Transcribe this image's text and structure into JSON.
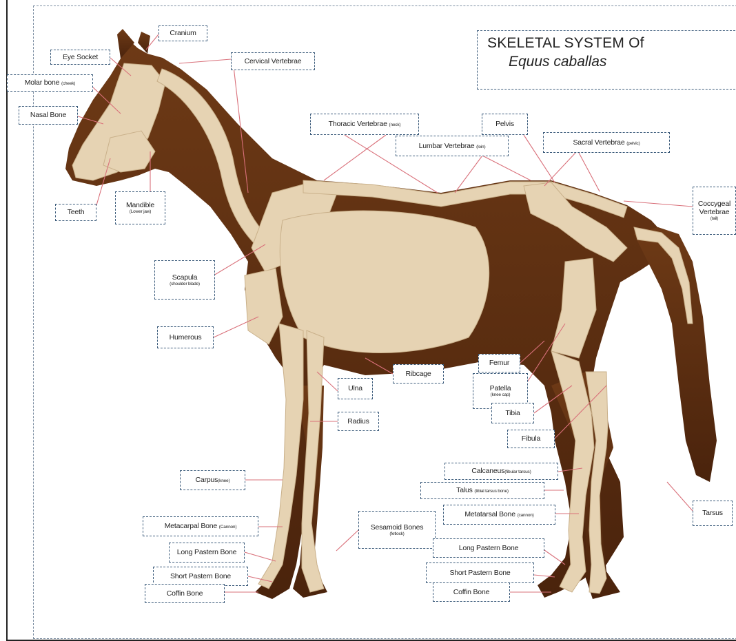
{
  "title": {
    "line1": "SKELETAL SYSTEM Of",
    "line2": "Equus caballas"
  },
  "labels": {
    "cranium": "Cranium",
    "eye_socket": "Eye Socket",
    "cervical": "Cervical Vertebrae",
    "molar": "Molar bone",
    "molar_sub": "(cheek)",
    "nasal": "Nasal Bone",
    "thoracic": "Thoracic Vertebrae",
    "thoracic_sub": "(neck)",
    "pelvis": "Pelvis",
    "lumbar": "Lumbar Vertebrae",
    "lumbar_sub": "(loin)",
    "sacral": "Sacral Vertebrae",
    "sacral_sub": "(pelvic)",
    "coccygeal": "Coccygeal",
    "coccygeal2": "Vertebrae",
    "coccygeal_sub": "(tail)",
    "teeth": "Teeth",
    "mandible": "Mandible",
    "mandible_sub": "(Lower jaw)",
    "scapula": "Scapula",
    "scapula_sub": "(shoulder blade)",
    "humerus": "Humerous",
    "femur": "Femur",
    "patella": "Patella",
    "patella_sub": "(knee cap)",
    "ribcage": "Ribcage",
    "ulna": "Ulna",
    "tibia": "Tibia",
    "radius": "Radius",
    "fibula": "Fibula",
    "calcaneus": "Calcaneus",
    "calcaneus_sub": "(fibular tarsus)",
    "carpus": "Carpus",
    "carpus_sub": "(knee)",
    "talus": "Talus",
    "talus_sub": "(tibial tarsus bone)",
    "sesamoid": "Sesamoid Bones",
    "sesamoid_sub": "(fetlock)",
    "metatarsal": "Metatarsal Bone",
    "metatarsal_sub": "(cannon)",
    "tarsus": "Tarsus",
    "metacarpal": "Metacarpal Bone",
    "metacarpal_sub": "(Cannon)",
    "long_pastern_front": "Long Pastern Bone",
    "long_pastern_hind": "Long Pastern Bone",
    "short_pastern_front": "Short Pastern Bone",
    "short_pastern_hind": "Short Pastern Bone",
    "coffin_front": "Coffin Bone",
    "coffin_hind": "Coffin Bone"
  },
  "colors": {
    "body": "#5a2e12",
    "bone": "#e6d3b3",
    "leader": "#d9707a",
    "box_border": "#3a5a7a"
  }
}
